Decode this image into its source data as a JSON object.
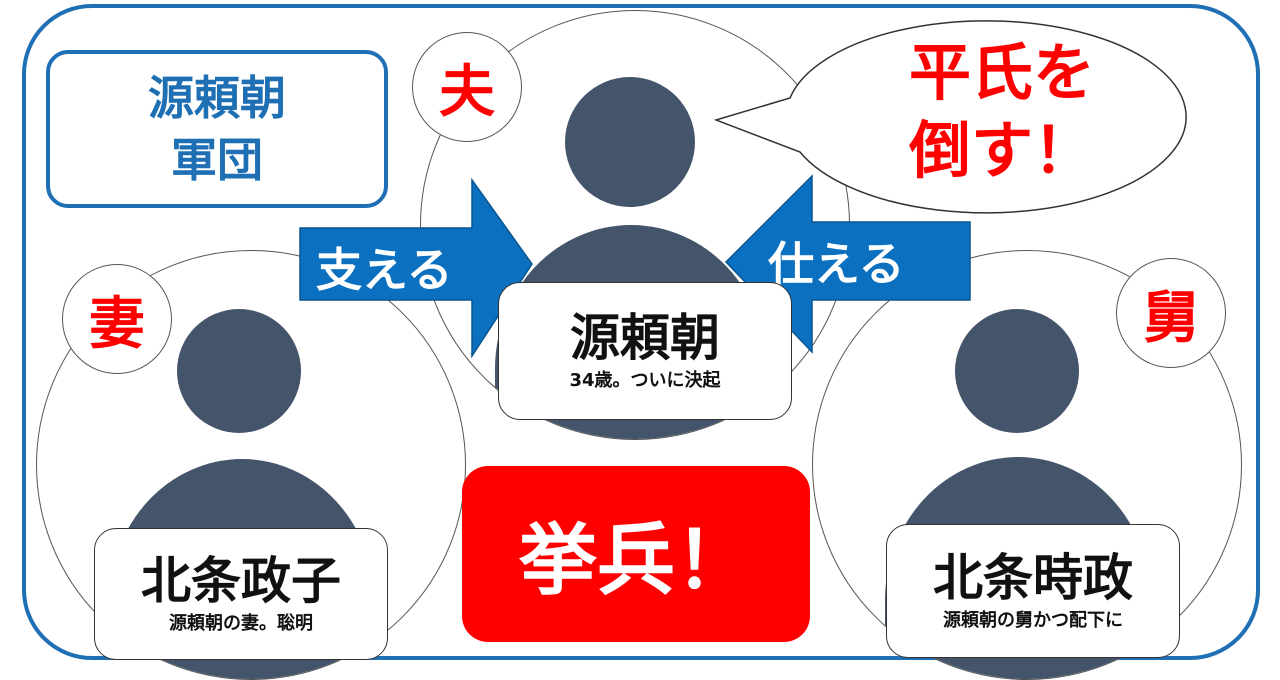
{
  "title": {
    "line1": "源頼朝",
    "line2": "軍団"
  },
  "people": {
    "center": {
      "tag": "夫",
      "name": "源頼朝",
      "desc": "34歳。ついに決起"
    },
    "left": {
      "tag": "妻",
      "name": "北条政子",
      "desc": "源頼朝の妻。聡明"
    },
    "right": {
      "tag": "舅",
      "name": "北条時政",
      "desc": "源頼朝の舅かつ配下に"
    }
  },
  "bubble": {
    "line1": "平氏を",
    "line2": "倒す！"
  },
  "arrows": {
    "left": "支える",
    "right": "仕える"
  },
  "banner": "挙兵！",
  "colors": {
    "brand_blue": "#1f6fb5",
    "arrow_blue": "#0b70c0",
    "accent_red": "#ff0000",
    "silhouette": "#44546a"
  }
}
